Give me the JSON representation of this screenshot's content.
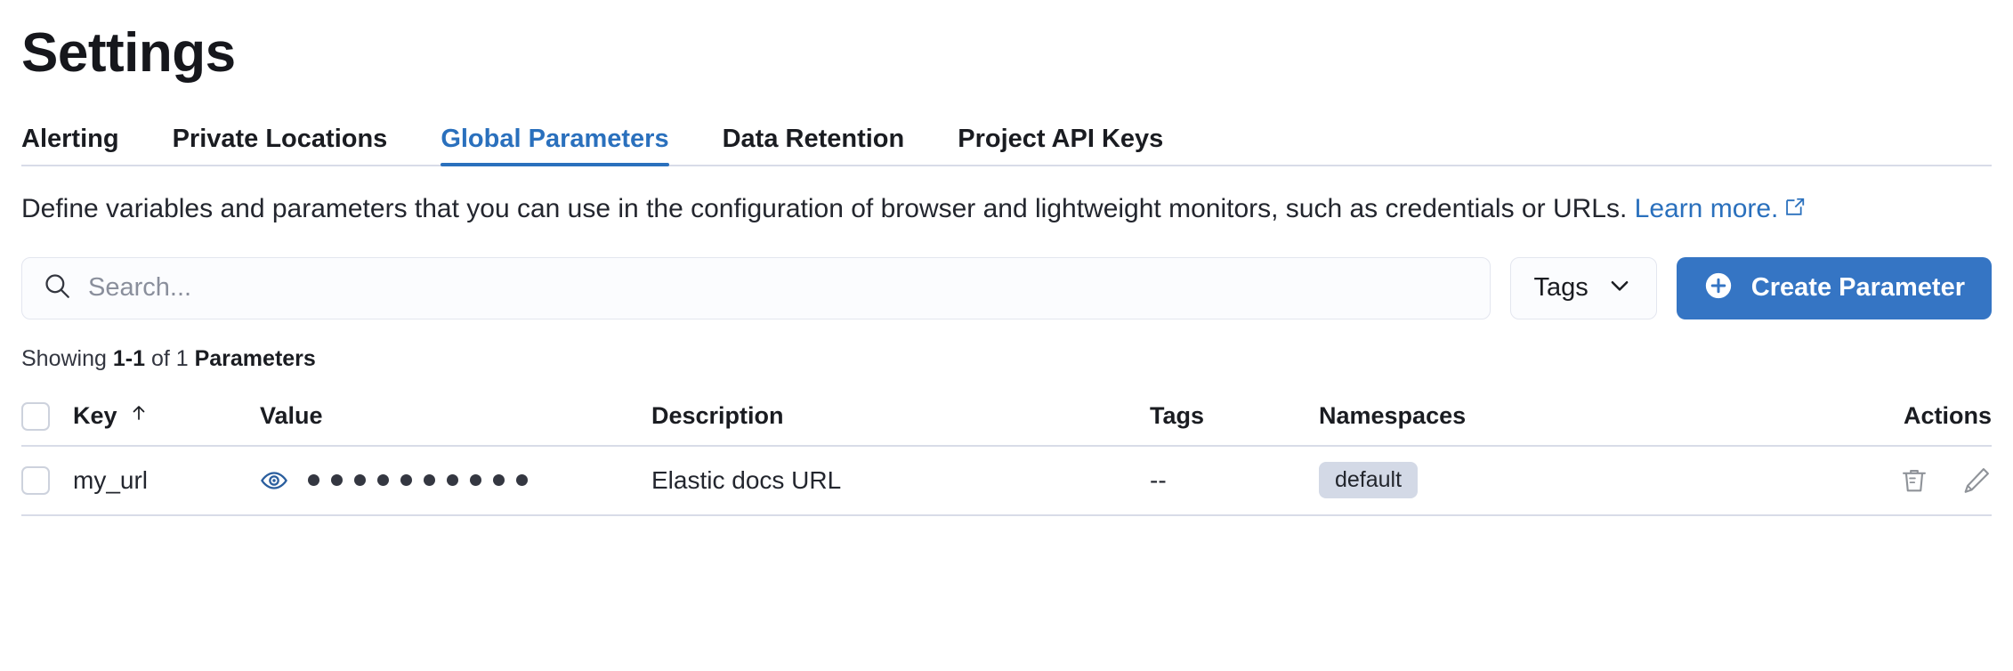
{
  "page": {
    "title": "Settings"
  },
  "tabs": [
    {
      "label": "Alerting",
      "active": false
    },
    {
      "label": "Private Locations",
      "active": false
    },
    {
      "label": "Global Parameters",
      "active": true
    },
    {
      "label": "Data Retention",
      "active": false
    },
    {
      "label": "Project API Keys",
      "active": false
    }
  ],
  "description": {
    "text": "Define variables and parameters that you can use in the configuration of browser and lightweight monitors, such as credentials or URLs.",
    "link_label": "Learn more.",
    "link_icon": "external-link-icon"
  },
  "controls": {
    "search": {
      "placeholder": "Search...",
      "value": "",
      "icon": "search-icon"
    },
    "tags_filter": {
      "label": "Tags",
      "icon": "chevron-down-icon"
    },
    "create_button": {
      "label": "Create Parameter",
      "icon": "plus-circle-icon"
    }
  },
  "results": {
    "prefix": "Showing ",
    "range": "1-1",
    "middle": " of 1 ",
    "noun": "Parameters"
  },
  "table": {
    "columns": {
      "key": "Key",
      "value": "Value",
      "description": "Description",
      "tags": "Tags",
      "namespaces": "Namespaces",
      "actions": "Actions"
    },
    "sort": {
      "column": "Key",
      "direction": "asc",
      "icon": "sort-arrow-up-icon"
    },
    "rows": [
      {
        "key": "my_url",
        "value_masked_dots": 10,
        "value_reveal_icon": "eye-icon",
        "description": "Elastic docs URL",
        "tags": "--",
        "namespaces": [
          "default"
        ],
        "actions": [
          "trash-icon",
          "pencil-icon"
        ]
      }
    ]
  },
  "colors": {
    "accent": "#2a70bd",
    "primary_button": "#3575c4",
    "badge_bg": "#d3d9e6",
    "border": "#d8dce8",
    "text": "#1a1c21",
    "muted": "#8a8f9c"
  }
}
